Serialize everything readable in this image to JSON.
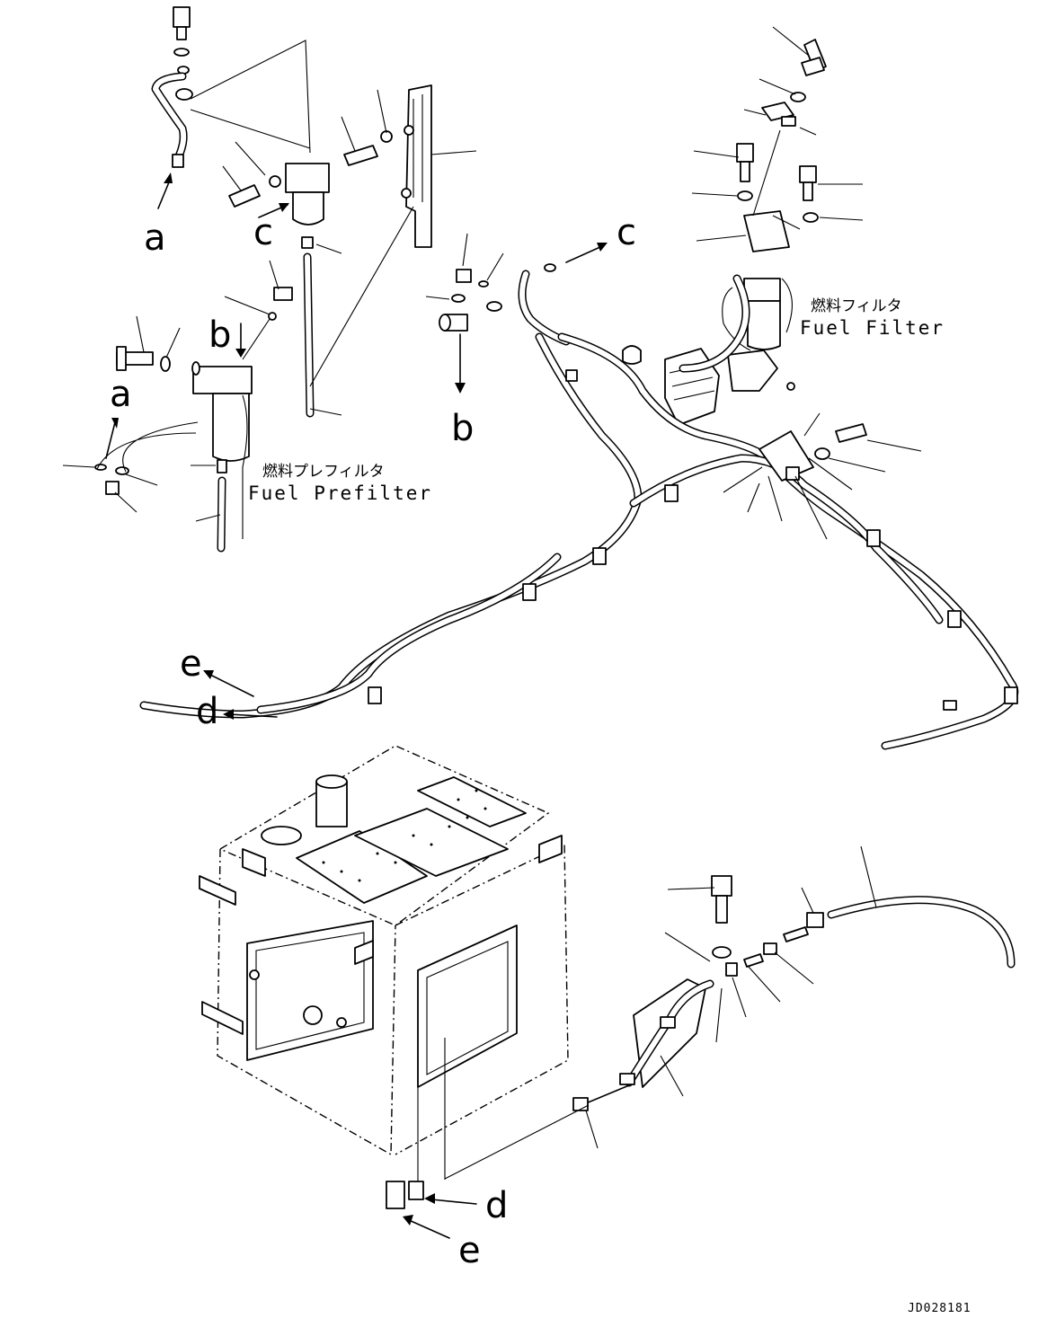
{
  "labels": {
    "fuel_filter_jp": "燃料フィルタ",
    "fuel_filter_en": "Fuel Filter",
    "fuel_prefilter_jp": "燃料プレフィルタ",
    "fuel_prefilter_en": "Fuel Prefilter",
    "drawing_code": "JD028181"
  },
  "connection_letters": {
    "a_top": "a",
    "a_bottom": "a",
    "b_top": "b",
    "b_bottom": "b",
    "c_left": "c",
    "c_right": "c",
    "d_left": "d",
    "d_right": "d",
    "e_left": "e",
    "e_right": "e"
  },
  "colors": {
    "line": "#000000",
    "background": "#ffffff"
  }
}
